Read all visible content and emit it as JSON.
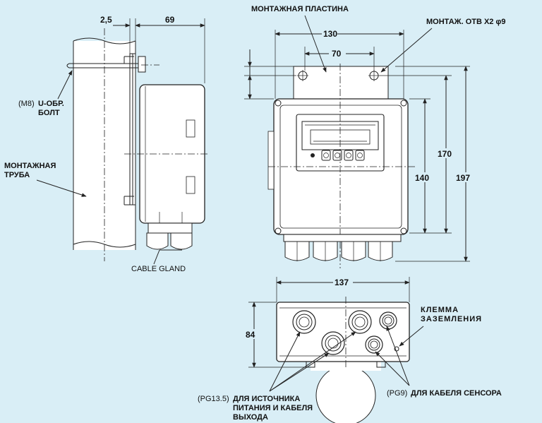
{
  "labels": {
    "mount_plate": "МОНТАЖНАЯ ПЛАСТИНА",
    "mount_holes": "МОНТАЖ. ОТВ X2 φ9",
    "bolt_pre": "(M8)",
    "bolt_l1": "U-ОБР.",
    "bolt_l2": "БОЛТ",
    "pipe_l1": "МОНТАЖНАЯ",
    "pipe_l2": "ТРУБА",
    "cable_gland": "CABLE GLAND",
    "ground_l1": "КЛЕММА",
    "ground_l2": "ЗАЗЕМЛЕНИЯ",
    "pg135_pre": "(PG13.5)",
    "power_l1": "ДЛЯ ИСТОЧНИКА",
    "power_l2": "ПИТАНИЯ И КАБЕЛЯ",
    "power_l3": "ВЫХОДА",
    "pg9_pre": "(PG9)",
    "sensor": "ДЛЯ КАБЕЛЯ СЕНСОРА"
  },
  "dims": {
    "d25": "2,5",
    "d69": "69",
    "d130": "130",
    "d70": "70",
    "d170": "170",
    "d140": "140",
    "d197": "197",
    "d137": "137",
    "d84": "84"
  },
  "colors": {
    "background": "#d9eef6",
    "line": "#222222",
    "fill": "#ffffff"
  }
}
